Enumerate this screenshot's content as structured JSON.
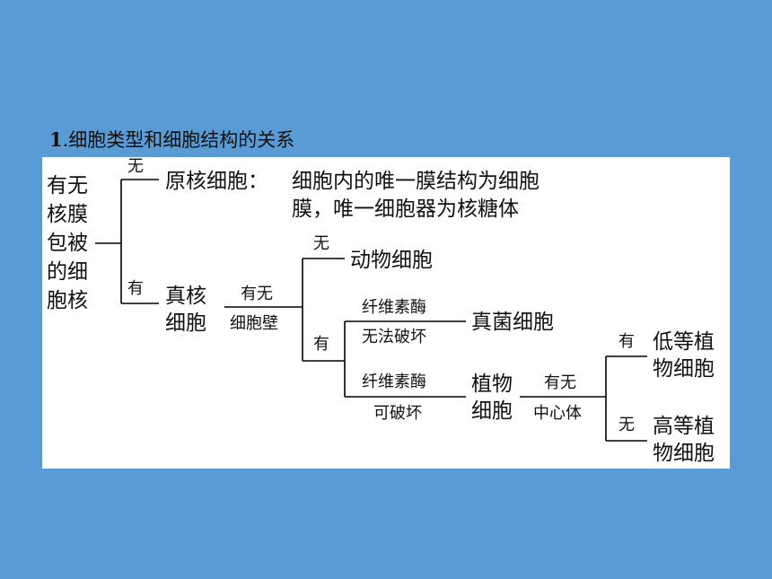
{
  "title": {
    "num": "1",
    "text": ".细胞类型和细胞结构的关系"
  },
  "diagram": {
    "root": [
      "有无",
      "核膜",
      "包被",
      "的细",
      "胞核"
    ],
    "branch_no": "无",
    "branch_yes": "有",
    "prokaryote": {
      "name": "原核细胞：",
      "desc_line1": "细胞内的唯一膜结构为细胞",
      "desc_line2": "膜，唯一细胞器为核糖体"
    },
    "eukaryote": {
      "name": [
        "真核",
        "细胞"
      ],
      "criterion_top": "有无",
      "criterion_bottom": "细胞壁",
      "no": "无",
      "yes": "有",
      "animal": "动物细胞"
    },
    "wall": {
      "fungi_top": "纤维素酶",
      "fungi_bottom": "无法破坏",
      "fungi": "真菌细胞",
      "plant_top": "纤维素酶",
      "plant_bottom": "可破坏",
      "plant": [
        "植物",
        "细胞"
      ]
    },
    "plant_split": {
      "criterion_top": "有无",
      "criterion_bottom": "中心体",
      "yes": "有",
      "no": "无",
      "lower_plant": [
        "低等植",
        "物细胞"
      ],
      "higher_plant": [
        "高等植",
        "物细胞"
      ]
    }
  }
}
